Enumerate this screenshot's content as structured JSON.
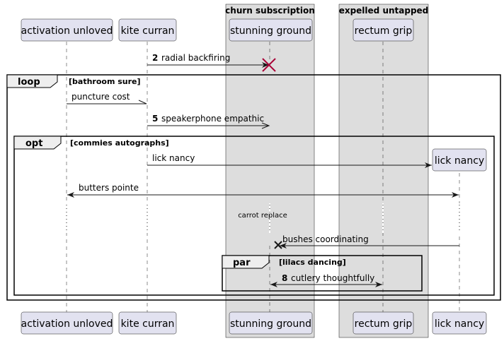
{
  "boxes": [
    {
      "title": "churn subscription"
    },
    {
      "title": "expelled untapped"
    }
  ],
  "participants": [
    {
      "id": "activation",
      "label": "activation unloved"
    },
    {
      "id": "kite",
      "label": "kite curran"
    },
    {
      "id": "stunning",
      "label": "stunning ground"
    },
    {
      "id": "rectum",
      "label": "rectum grip"
    },
    {
      "id": "lick",
      "label": "lick nancy"
    }
  ],
  "messages": [
    {
      "num": "2",
      "text": "radial backfiring"
    },
    {
      "num": "",
      "text": "puncture cost"
    },
    {
      "num": "5",
      "text": "speakerphone empathic"
    },
    {
      "num": "",
      "text": "lick nancy"
    },
    {
      "num": "",
      "text": "butters pointe"
    },
    {
      "num": "",
      "text": "bushes coordinating"
    },
    {
      "num": "8",
      "text": "cutlery thoughtfully"
    }
  ],
  "frames": [
    {
      "kind": "loop",
      "condition": "[bathroom sure]"
    },
    {
      "kind": "opt",
      "condition": "[commies autographs]"
    },
    {
      "kind": "par",
      "condition": "[lilacs dancing]"
    }
  ],
  "delay": {
    "text": "carrot replace"
  },
  "colors": {
    "participant_fill": "#E2E2F0",
    "participant_border": "#181818",
    "box_fill": "#DDDDDD",
    "destroy": "#A80036",
    "line": "#181818"
  }
}
